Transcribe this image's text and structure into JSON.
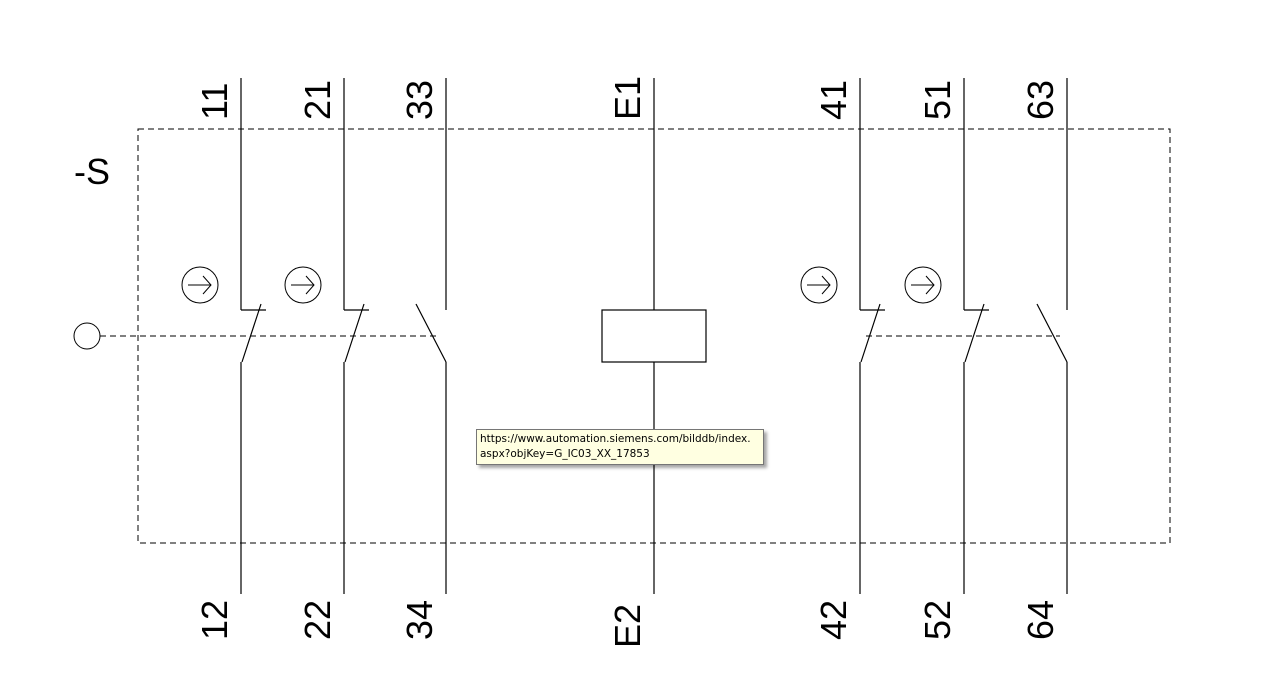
{
  "device_label": "-S",
  "columns": [
    {
      "top": "11",
      "bottom": "12",
      "type": "nc",
      "arrow": true
    },
    {
      "top": "21",
      "bottom": "22",
      "type": "nc",
      "arrow": true
    },
    {
      "top": "33",
      "bottom": "34",
      "type": "no",
      "arrow": false
    },
    {
      "top": "E1",
      "bottom": "E2",
      "type": "coil",
      "arrow": false
    },
    {
      "top": "41",
      "bottom": "42",
      "type": "nc",
      "arrow": true
    },
    {
      "top": "51",
      "bottom": "52",
      "type": "nc",
      "arrow": true
    },
    {
      "top": "63",
      "bottom": "64",
      "type": "no",
      "arrow": false
    }
  ],
  "tooltip": {
    "line1": "https://www.automation.siemens.com/bilddb/index.",
    "line2": "aspx?objKey=G_IC03_XX_17853"
  }
}
